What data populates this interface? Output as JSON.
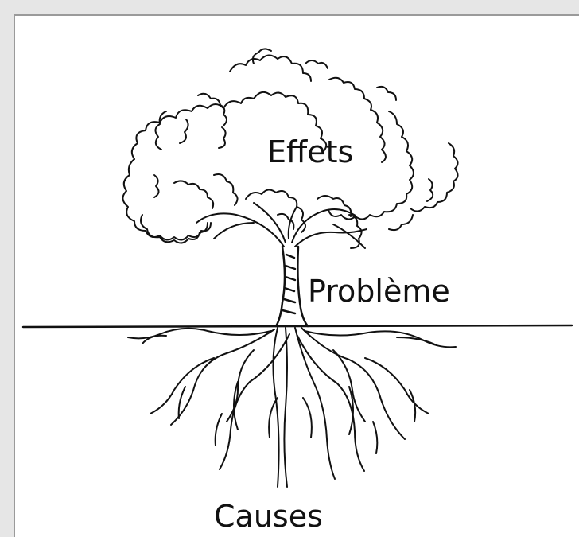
{
  "labels": {
    "effects": "Effets",
    "problem": "Problème",
    "causes": "Causes"
  },
  "colors": {
    "ink": "#111111",
    "background": "#ffffff",
    "frame": "#e6e6e6"
  }
}
